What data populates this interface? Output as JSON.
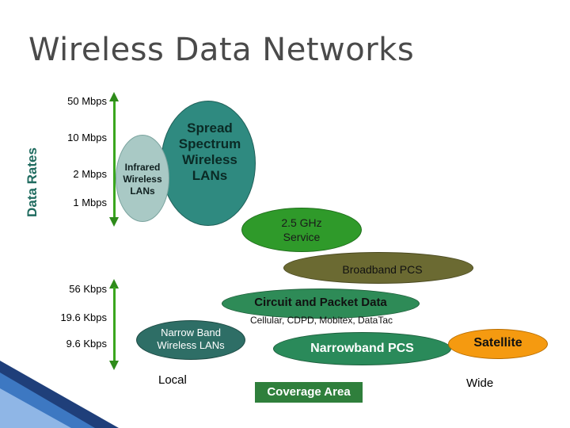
{
  "title": "Wireless Data Networks",
  "y_axis_label": "Data Rates",
  "x_axis_label": "Coverage Area",
  "x_axis_left": "Local",
  "x_axis_right": "Wide",
  "rates": {
    "r50": "50 Mbps",
    "r10": "10 Mbps",
    "r2": "2 Mbps",
    "r1": "1 Mbps",
    "r56": "56 Kbps",
    "r196": "19.6 Kbps",
    "r96": "9.6 Kbps"
  },
  "regions": {
    "spread_spectrum": [
      "Spread",
      "Spectrum",
      "Wireless",
      "LANs"
    ],
    "infrared": [
      "Infrared",
      "Wireless",
      "LANs"
    ],
    "ghz": [
      "2.5 GHz",
      "Service"
    ],
    "broadband_pcs": "Broadband PCS",
    "circuit_packet": "Circuit and Packet Data",
    "circuit_packet_sub": "Cellular, CDPD, Mobitex, DataTac",
    "narrow_band": [
      "Narrow Band",
      "Wireless LANs"
    ],
    "narrowband_pcs": "Narrowband PCS",
    "satellite": "Satellite"
  },
  "colors": {
    "title": "#4a4a4a",
    "axis": "#3aa61e",
    "spread_spectrum": "#2f8a80",
    "infrared": "#a9c9c5",
    "ghz": "#2f9a2a",
    "broadband_pcs": "#6b6a32",
    "circuit_packet": "#2e8b57",
    "narrow_band": "#2e6e66",
    "narrowband_pcs": "#2a8a5a",
    "satellite": "#f59a10"
  }
}
